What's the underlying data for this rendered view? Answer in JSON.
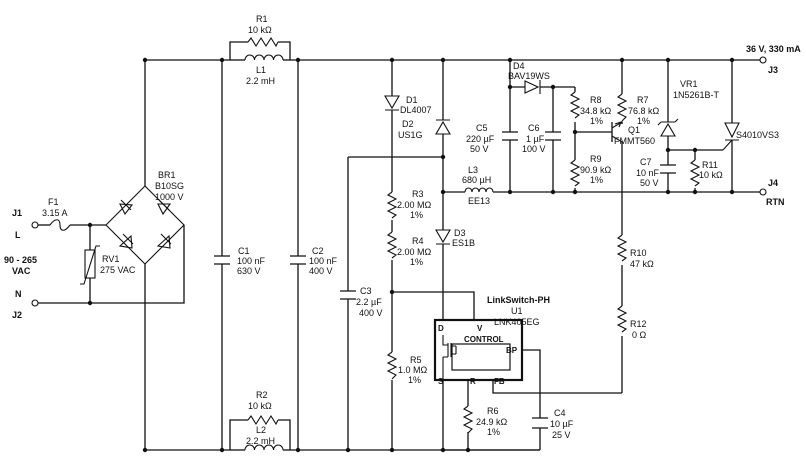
{
  "components": {
    "r1": {
      "ref": "R1",
      "value": "10 kΩ"
    },
    "l1": {
      "ref": "L1",
      "value": "2.2 mH"
    },
    "f1": {
      "ref": "F1",
      "value": "3.15 A"
    },
    "rv1": {
      "ref": "RV1",
      "value": "275 VAC"
    },
    "br1": {
      "ref": "BR1",
      "part": "B10SG",
      "value": "1000 V"
    },
    "c1": {
      "ref": "C1",
      "value": "100 nF",
      "rating": "630 V"
    },
    "c2": {
      "ref": "C2",
      "value": "100 nF",
      "rating": "400 V"
    },
    "d1": {
      "ref": "D1",
      "part": "DL4007"
    },
    "d2": {
      "ref": "D2",
      "part": "US1G"
    },
    "r3": {
      "ref": "R3",
      "value": "2.00 MΩ",
      "tol": "1%"
    },
    "r4": {
      "ref": "R4",
      "value": "2.00 MΩ",
      "tol": "1%"
    },
    "c3": {
      "ref": "C3",
      "value": "2.2 µF",
      "rating": "400 V"
    },
    "r5": {
      "ref": "R5",
      "value": "1.0 MΩ",
      "tol": "1%"
    },
    "d3": {
      "ref": "D3",
      "part": "ES1B"
    },
    "l3": {
      "ref": "L3",
      "value": "680 µH",
      "core": "EE13"
    },
    "d4": {
      "ref": "D4",
      "part": "BAV19WS"
    },
    "c5": {
      "ref": "C5",
      "value": "220 µF",
      "rating": "50 V"
    },
    "c6": {
      "ref": "C6",
      "value": "1 µF",
      "rating": "100 V"
    },
    "r8": {
      "ref": "R8",
      "value": "34.8 kΩ",
      "tol": "1%"
    },
    "r9": {
      "ref": "R9",
      "value": "90.9 kΩ",
      "tol": "1%"
    },
    "r7": {
      "ref": "R7",
      "value": "76.8 kΩ",
      "tol": "1%"
    },
    "q1": {
      "ref": "Q1",
      "part": "FMMT560"
    },
    "vr1": {
      "ref": "VR1",
      "part": "1N5261B-T"
    },
    "scr": {
      "part": "S4010VS3"
    },
    "c7": {
      "ref": "C7",
      "value": "10 nF",
      "rating": "50 V"
    },
    "r11": {
      "ref": "R11",
      "value": "10 kΩ"
    },
    "r10": {
      "ref": "R10",
      "value": "47 kΩ"
    },
    "r12": {
      "ref": "R12",
      "value": "0 Ω"
    },
    "r2": {
      "ref": "R2",
      "value": "10 kΩ"
    },
    "l2": {
      "ref": "L2",
      "value": "2.2 mH"
    },
    "r6": {
      "ref": "R6",
      "value": "24.9 kΩ",
      "tol": "1%"
    },
    "c4": {
      "ref": "C4",
      "value": "10 µF",
      "rating": "25 V"
    },
    "u1": {
      "family": "LinkSwitch-PH",
      "ref": "U1",
      "part": "LNK405EG",
      "block": "CONTROL",
      "pins": {
        "d": "D",
        "v": "V",
        "bp": "BP",
        "s": "S",
        "r": "R",
        "fb": "FB"
      }
    }
  },
  "connectors": {
    "j1": {
      "ref": "J1",
      "pin": "L"
    },
    "n": {
      "ref": "J2",
      "pin": "N"
    },
    "j3": {
      "ref": "J3",
      "label": "36 V, 330 mA"
    },
    "j4": {
      "ref": "J4",
      "label": "RTN"
    }
  },
  "input": {
    "label_line1": "90 - 265",
    "label_line2": "VAC"
  }
}
